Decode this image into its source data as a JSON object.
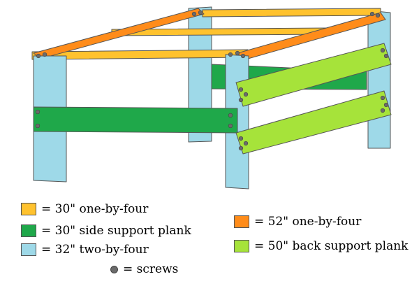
{
  "colors": {
    "board_30_one_by_four": "#FFC22E",
    "board_52_one_by_four": "#FF8C1A",
    "side_support_plank": "#1FA84A",
    "back_support_plank": "#A6E33A",
    "two_by_four": "#9ED9E8",
    "screw": "#6B6B6B",
    "outline": "#555555"
  },
  "legend": [
    {
      "label": "= 30\" one-by-four",
      "color": "#FFC22E"
    },
    {
      "label": "= 30\" side support plank",
      "color": "#1FA84A"
    },
    {
      "label": "= 32\" two-by-four",
      "color": "#9ED9E8"
    },
    {
      "label": "= screws",
      "color": "#6B6B6B",
      "marker": "screw"
    },
    {
      "label": "= 52\" one-by-four",
      "color": "#FF8C1A"
    },
    {
      "label": "= 50\" back support plank",
      "color": "#A6E33A"
    }
  ]
}
